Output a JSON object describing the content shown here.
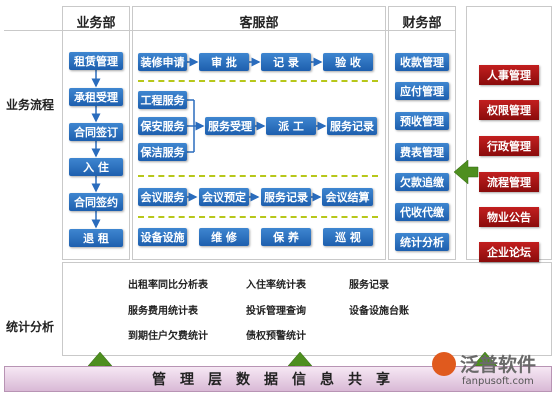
{
  "headers": {
    "business": "业务部",
    "service": "客服部",
    "finance": "财务部"
  },
  "row_labels": {
    "business_flow": "业务流程",
    "stat_analysis": "统计分析"
  },
  "business_items": [
    "租赁管理",
    "承租受理",
    "合同签订",
    "入  住",
    "合同签约",
    "退  租"
  ],
  "service": {
    "row1": [
      "装修申请",
      "审  批",
      "记  录",
      "验  收"
    ],
    "row2_sources": [
      "工程服务",
      "保安服务",
      "保洁服务"
    ],
    "row2_chain": [
      "服务受理",
      "派  工",
      "服务记录"
    ],
    "row3": [
      "会议服务",
      "会议预定",
      "服务记录",
      "会议结算"
    ],
    "row4": [
      "设备设施",
      "维  修",
      "保  养",
      "巡  视"
    ]
  },
  "finance_items": [
    "收款管理",
    "应付管理",
    "预收管理",
    "费表管理",
    "欠款追缴",
    "代收代缴",
    "统计分析"
  ],
  "admin_items": [
    "人事管理",
    "权限管理",
    "行政管理",
    "流程管理",
    "物业公告",
    "企业论坛"
  ],
  "stats": [
    [
      "出租率同比分析表",
      "入住率统计表",
      "服务记录"
    ],
    [
      "服务费用统计表",
      "投诉管理查询",
      "设备设施台账"
    ],
    [
      "到期住户欠费统计",
      "债权预警统计"
    ]
  ],
  "banner_text": "管理层数据信息共享",
  "logo": {
    "brand": "泛普软件",
    "url": "fanpusoft.com"
  },
  "colors": {
    "blue_box": "#2a6cbd",
    "red_box": "#a81616",
    "dashed_line": "#b7c71a",
    "arrow_green": "#4e8f1f",
    "banner": "#e8d2e6"
  }
}
